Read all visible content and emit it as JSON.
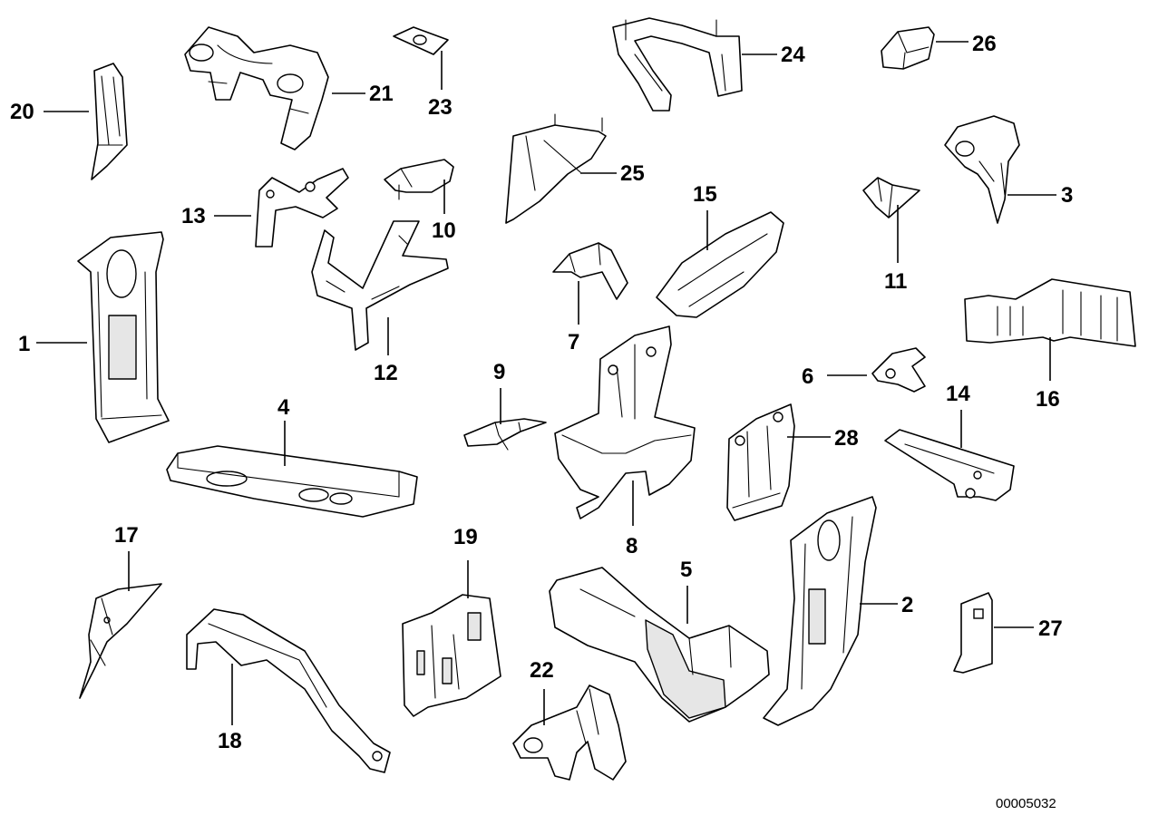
{
  "labels": {
    "p1": "1",
    "p2": "2",
    "p3": "3",
    "p4": "4",
    "p5": "5",
    "p6": "6",
    "p7": "7",
    "p8": "8",
    "p9": "9",
    "p10": "10",
    "p11": "11",
    "p12": "12",
    "p13": "13",
    "p14": "14",
    "p15": "15",
    "p16": "16",
    "p17": "17",
    "p18": "18",
    "p19": "19",
    "p20": "20",
    "p21": "21",
    "p22": "22",
    "p23": "23",
    "p24": "24",
    "p25": "25",
    "p26": "26",
    "p27": "27",
    "p28": "28"
  },
  "document_id": "00005032"
}
